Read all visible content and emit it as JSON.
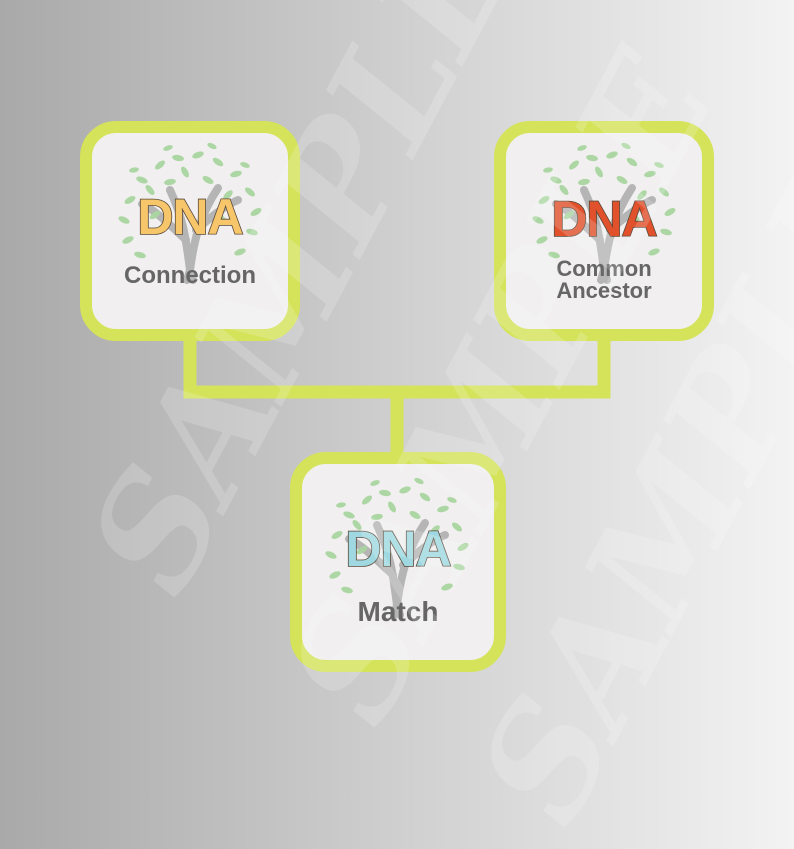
{
  "nodes": [
    {
      "id": "connection",
      "title": "DNA",
      "title_color": "#f7c66a",
      "subtitle_lines": [
        "Connection"
      ]
    },
    {
      "id": "ancestor",
      "title": "DNA",
      "title_color": "#e0512c",
      "subtitle_lines": [
        "Common",
        "Ancestor"
      ]
    },
    {
      "id": "match",
      "title": "DNA",
      "title_color": "#9fd8e0",
      "subtitle_lines": [
        "Match"
      ]
    }
  ],
  "edges": [
    {
      "from": "connection",
      "to": "match"
    },
    {
      "from": "ancestor",
      "to": "match"
    }
  ],
  "watermark": [
    "SAMPLE",
    "SAMPLE",
    "SAMPLE"
  ],
  "colors": {
    "frame": "#d4e35a",
    "card_fill": "#f1efef",
    "subtitle": "#666666",
    "leaf": "#a9d6a0",
    "trunk": "#b5b5b5"
  }
}
